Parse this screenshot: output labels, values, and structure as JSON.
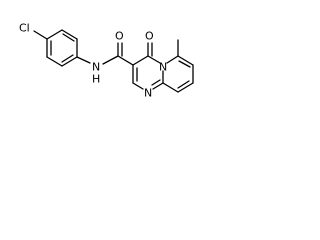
{
  "molecule": {
    "atoms": {
      "cl": "Cl",
      "amide_n": "N",
      "amide_h": "H",
      "amide_o": "O",
      "ring_oxo": "O",
      "ring_n1": "N",
      "ring_n2": "N"
    },
    "colors": {
      "bond": "#000000",
      "text": "#000000",
      "background": "#ffffff"
    }
  }
}
